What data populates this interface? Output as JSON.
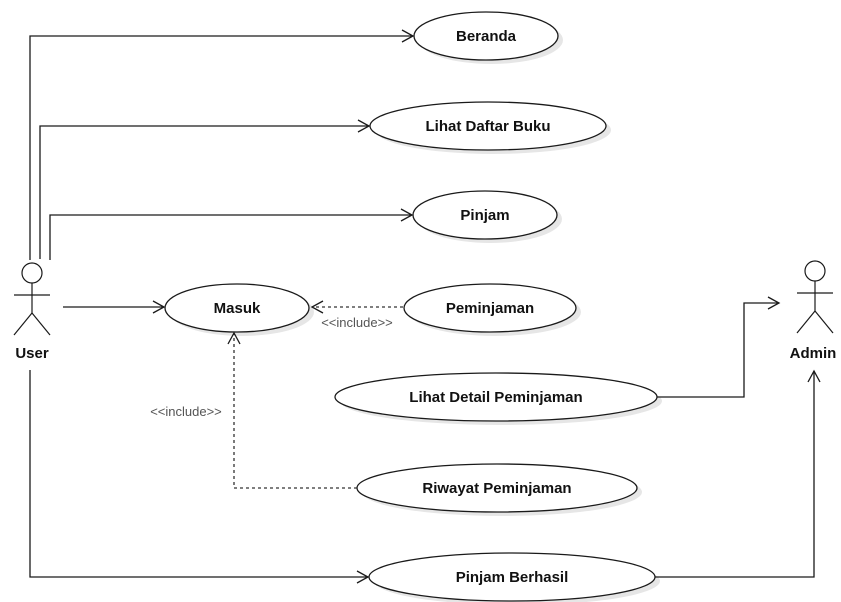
{
  "actors": {
    "user": {
      "label": "User"
    },
    "admin": {
      "label": "Admin"
    }
  },
  "use_cases": {
    "beranda": "Beranda",
    "lihat_daftar_buku": "Lihat Daftar Buku",
    "pinjam": "Pinjam",
    "masuk": "Masuk",
    "peminjaman": "Peminjaman",
    "lihat_detail_peminjaman": "Lihat Detail Peminjaman",
    "riwayat_peminjaman": "Riwayat Peminjaman",
    "pinjam_berhasil": "Pinjam Berhasil"
  },
  "relations": {
    "include_peminjaman_masuk": "<<include>>",
    "include_riwayat_masuk": "<<include>>"
  },
  "colors": {
    "line": "#1a1a1a",
    "shadow": "#e6e6e6",
    "stereotype_text": "#555555"
  }
}
